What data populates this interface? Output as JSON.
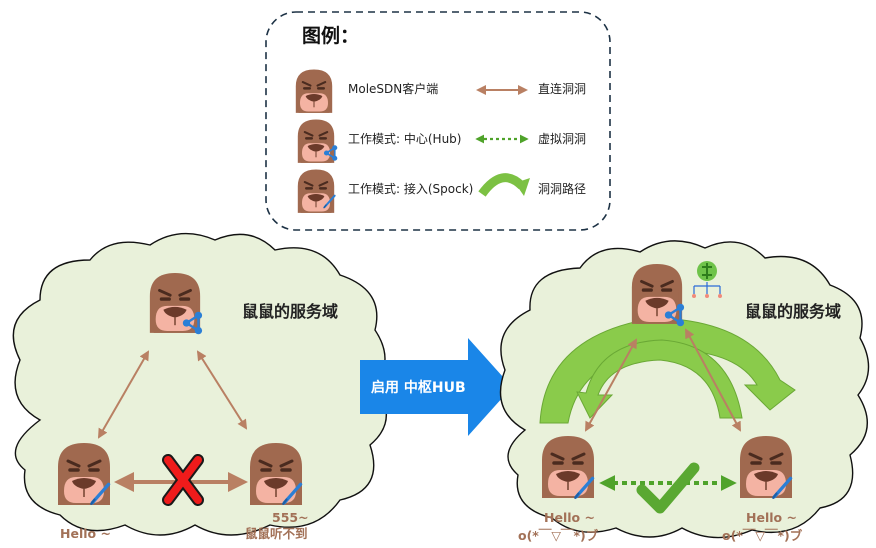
{
  "legend": {
    "title": "图例：",
    "client_label": "MoleSDN客户端",
    "hub_label": "工作模式: 中心(Hub)",
    "spock_label": "工作模式: 接入(Spock)",
    "direct_label": "直连洞洞",
    "virtual_label": "虚拟洞洞",
    "path_label": "洞洞路径"
  },
  "left": {
    "domain_label": "鼠鼠的服务域",
    "mole_left_caption": "Hello ~",
    "mole_right_caption_1": "555~",
    "mole_right_caption_2": "鼠鼠听不到"
  },
  "center_arrow": {
    "label": "启用 中枢HUB"
  },
  "right": {
    "domain_label": "鼠鼠的服务域",
    "mole_left_caption_1": "Hello ~",
    "mole_left_caption_2": "o(*￣▽￣*)ブ",
    "mole_right_caption_1": "Hello ~",
    "mole_right_caption_2": "o(*￣▽￣*)ブ"
  },
  "colors": {
    "mole_fur": "#a0694f",
    "mole_face": "#f4b3a3",
    "cloud_fill": "#e9f1da",
    "direct_link": "#b98063",
    "virtual_link": "#4fa32a",
    "path_arrow": "#8acb4b",
    "hub_arrow": "#1a86e8",
    "blocked_x": "#ef1b1b",
    "hub_badge": "#2b7fd6"
  }
}
